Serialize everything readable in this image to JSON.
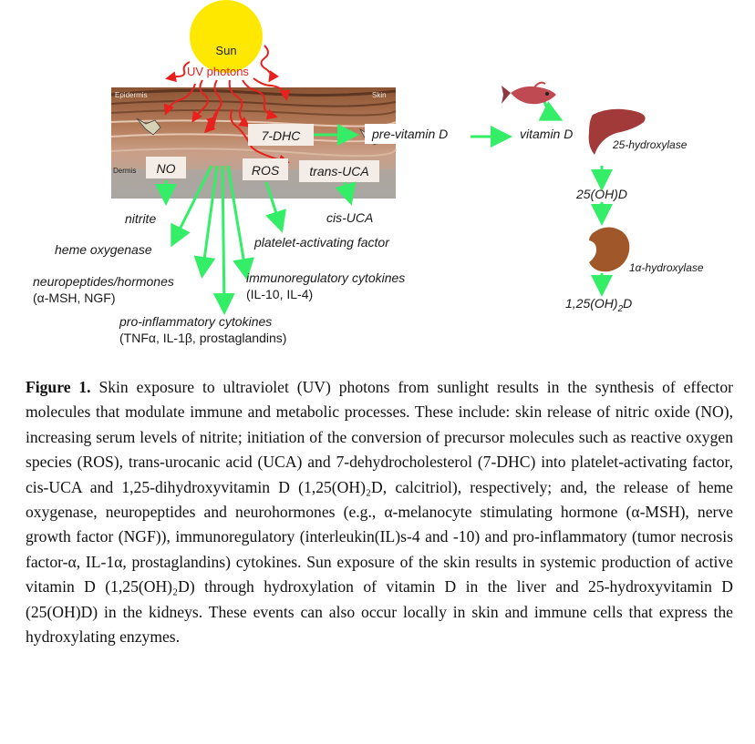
{
  "figure": {
    "sun_label": "Sun",
    "uv_label": "UV photons",
    "layers": {
      "epidermis": "Epidermis",
      "skin": "Skin",
      "dermis": "Dermis"
    },
    "molecules": {
      "no": "NO",
      "seven_dhc": "7-DHC",
      "ros": "ROS",
      "trans_uca": "trans-UCA",
      "pre_vitamin_d": "pre-vitamin D"
    },
    "outputs": {
      "nitrite": "nitrite",
      "cis_uca": "cis-UCA",
      "heme_oxygenase": "heme oxygenase",
      "platelet_activating_factor": "platelet-activating factor",
      "neuropeptides": "neuropeptides/hormones",
      "neuropeptides_sub": "(α-MSH, NGF)",
      "immunoregulatory": "immunoregulatory cytokines",
      "immunoregulatory_sub": "(IL-10, IL-4)",
      "proinflammatory": "pro-inflammatory cytokines",
      "proinflammatory_sub": "(TNFα, IL-1β, prostaglandins)"
    },
    "metabolism": {
      "vitamin_d": "vitamin D",
      "liver_enzyme": "25-hydroxylase",
      "intermediate": "25(OH)D",
      "kidney_enzyme": "1α-hydroxylase",
      "final_main": "1,25(OH)",
      "final_sub": "2",
      "final_end": "D"
    },
    "colors": {
      "sun": "#ffe800",
      "uv_arrow": "#e8201e",
      "green_arrow": "#33ee66",
      "liver": "#a23a3a",
      "kidney": "#a0582a",
      "fish": "#c04a52"
    }
  },
  "caption": {
    "label": "Figure 1.",
    "text": " Skin exposure to ultraviolet (UV) photons from sunlight results in the synthesis of effector molecules that modulate immune and metabolic processes. These include: skin release of nitric oxide (NO), increasing serum levels of nitrite; initiation of the conversion of precursor molecules such as reactive oxygen species (ROS), trans-urocanic acid (UCA) and 7-dehydrocholesterol (7-DHC) into platelet-activating factor, cis-UCA and 1,25-dihydroxyvitamin D (1,25(OH)₂D, calcitriol), respectively; and, the release of heme oxygenase, neuropeptides and neurohormones (e.g., α-melanocyte stimulating hormone (α-MSH), nerve growth factor (NGF)), immunoregulatory (interleukin(IL)s-4 and -10) and pro-inflammatory (tumor necrosis factor-α, IL-1α, prostaglandins) cytokines. Sun exposure of the skin results in systemic production of active vitamin D (1,25(OH)₂D) through hydroxylation of vitamin D in the liver and 25-hydroxyvitamin D (25(OH)D) in the kidneys. These events can also occur locally in skin and immune cells that express the hydroxylating enzymes."
  }
}
